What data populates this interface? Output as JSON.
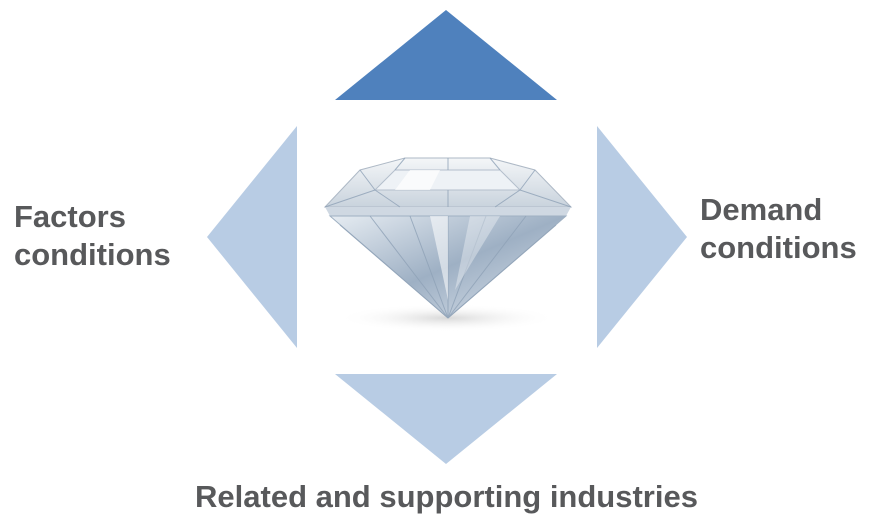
{
  "labels": {
    "left": [
      "Factors",
      "conditions"
    ],
    "right": [
      "Demand",
      "conditions"
    ],
    "bottom": "Related and supporting industries"
  },
  "colors": {
    "top_arrow": "#4f81bd",
    "side_arrows": "#b8cce4",
    "label_text": "#58595b"
  },
  "center_image": "diamond"
}
